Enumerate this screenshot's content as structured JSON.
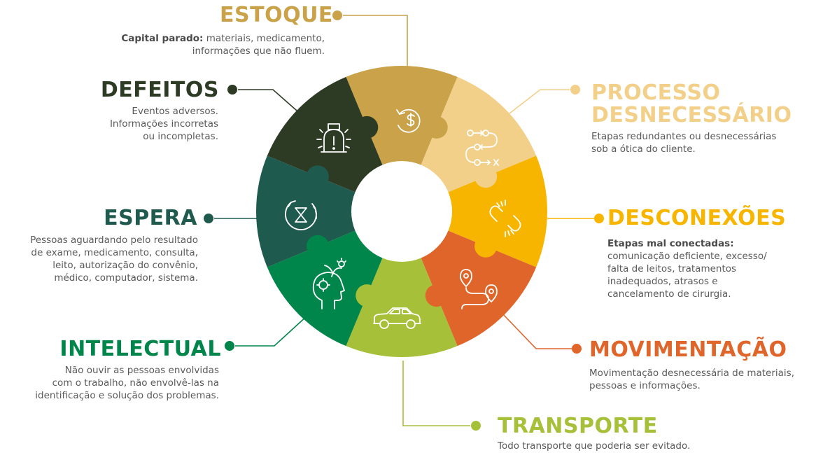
{
  "colors": {
    "estoque": "#c9a24a",
    "processo": "#f3d089",
    "desconexoes": "#f7b500",
    "movimentacao": "#e0652a",
    "transporte": "#a7c03a",
    "intelectual": "#00854a",
    "espera": "#1f5a4e",
    "defeitos": "#2e3b24"
  },
  "segments": [
    {
      "key": "estoque",
      "title": "ESTOQUE",
      "bold": "Capital parado:",
      "lines": [
        "materiais, medicamento,",
        "informações que não fluem."
      ],
      "icon": "dollar-cycle-icon"
    },
    {
      "key": "processo",
      "title_lines": [
        "PROCESSO",
        "DESNECESSÁRIO"
      ],
      "lines": [
        "Etapas redundantes ou desnecessárias",
        "sob a ótica do cliente."
      ],
      "icon": "flow-steps-icon"
    },
    {
      "key": "desconexoes",
      "title": "DESCONEXÕES",
      "bold": "Etapas mal conectadas:",
      "lines": [
        "comunicação deficiente, excesso/",
        "falta de leitos, tratamentos",
        "inadequados, atrasos e",
        "cancelamento de cirurgia."
      ],
      "icon": "broken-link-icon"
    },
    {
      "key": "movimentacao",
      "title": "MOVIMENTAÇÃO",
      "lines": [
        "Movimentação desnecessária de materiais,",
        "pessoas e informações."
      ],
      "icon": "route-pins-icon"
    },
    {
      "key": "transporte",
      "title": "TRANSPORTE",
      "lines": [
        "Todo transporte que poderia ser evitado."
      ],
      "icon": "car-icon"
    },
    {
      "key": "intelectual",
      "title": "INTELECTUAL",
      "lines": [
        "Não ouvir as pessoas envolvidas",
        "com o trabalho, não envolvê-las na",
        "identificação e solução dos problemas."
      ],
      "icon": "head-ideas-icon"
    },
    {
      "key": "espera",
      "title": "ESPERA",
      "lines": [
        "Pessoas aguardando pelo resultado",
        "de exame, medicamento, consulta,",
        "leito, autorização do convênio,",
        "médico, computador, sistema."
      ],
      "icon": "hourglass-icon"
    },
    {
      "key": "defeitos",
      "title": "DEFEITOS",
      "lines": [
        "Eventos adversos.",
        "Informações incorretas",
        "ou incompletas."
      ],
      "icon": "alert-light-icon"
    }
  ]
}
